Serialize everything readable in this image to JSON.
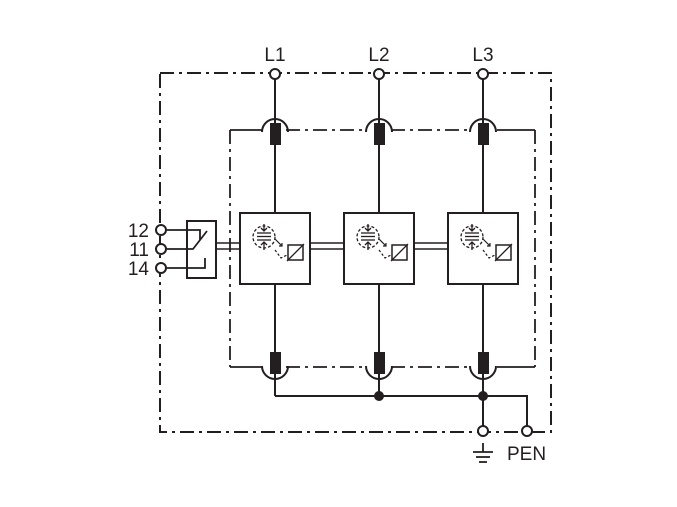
{
  "terminals": {
    "phases": [
      "L1",
      "L2",
      "L3"
    ],
    "contacts": [
      "12",
      "11",
      "14"
    ],
    "pen": "PEN"
  },
  "icons": {
    "earth": "ground-symbol-icon",
    "fuse": "fuse-icon",
    "thermal": "thermal-disconnector-icon",
    "varistor": "varistor-icon",
    "switch": "signalling-contact-icon"
  },
  "colors": {
    "line": "#231f20",
    "background": "#ffffff"
  }
}
